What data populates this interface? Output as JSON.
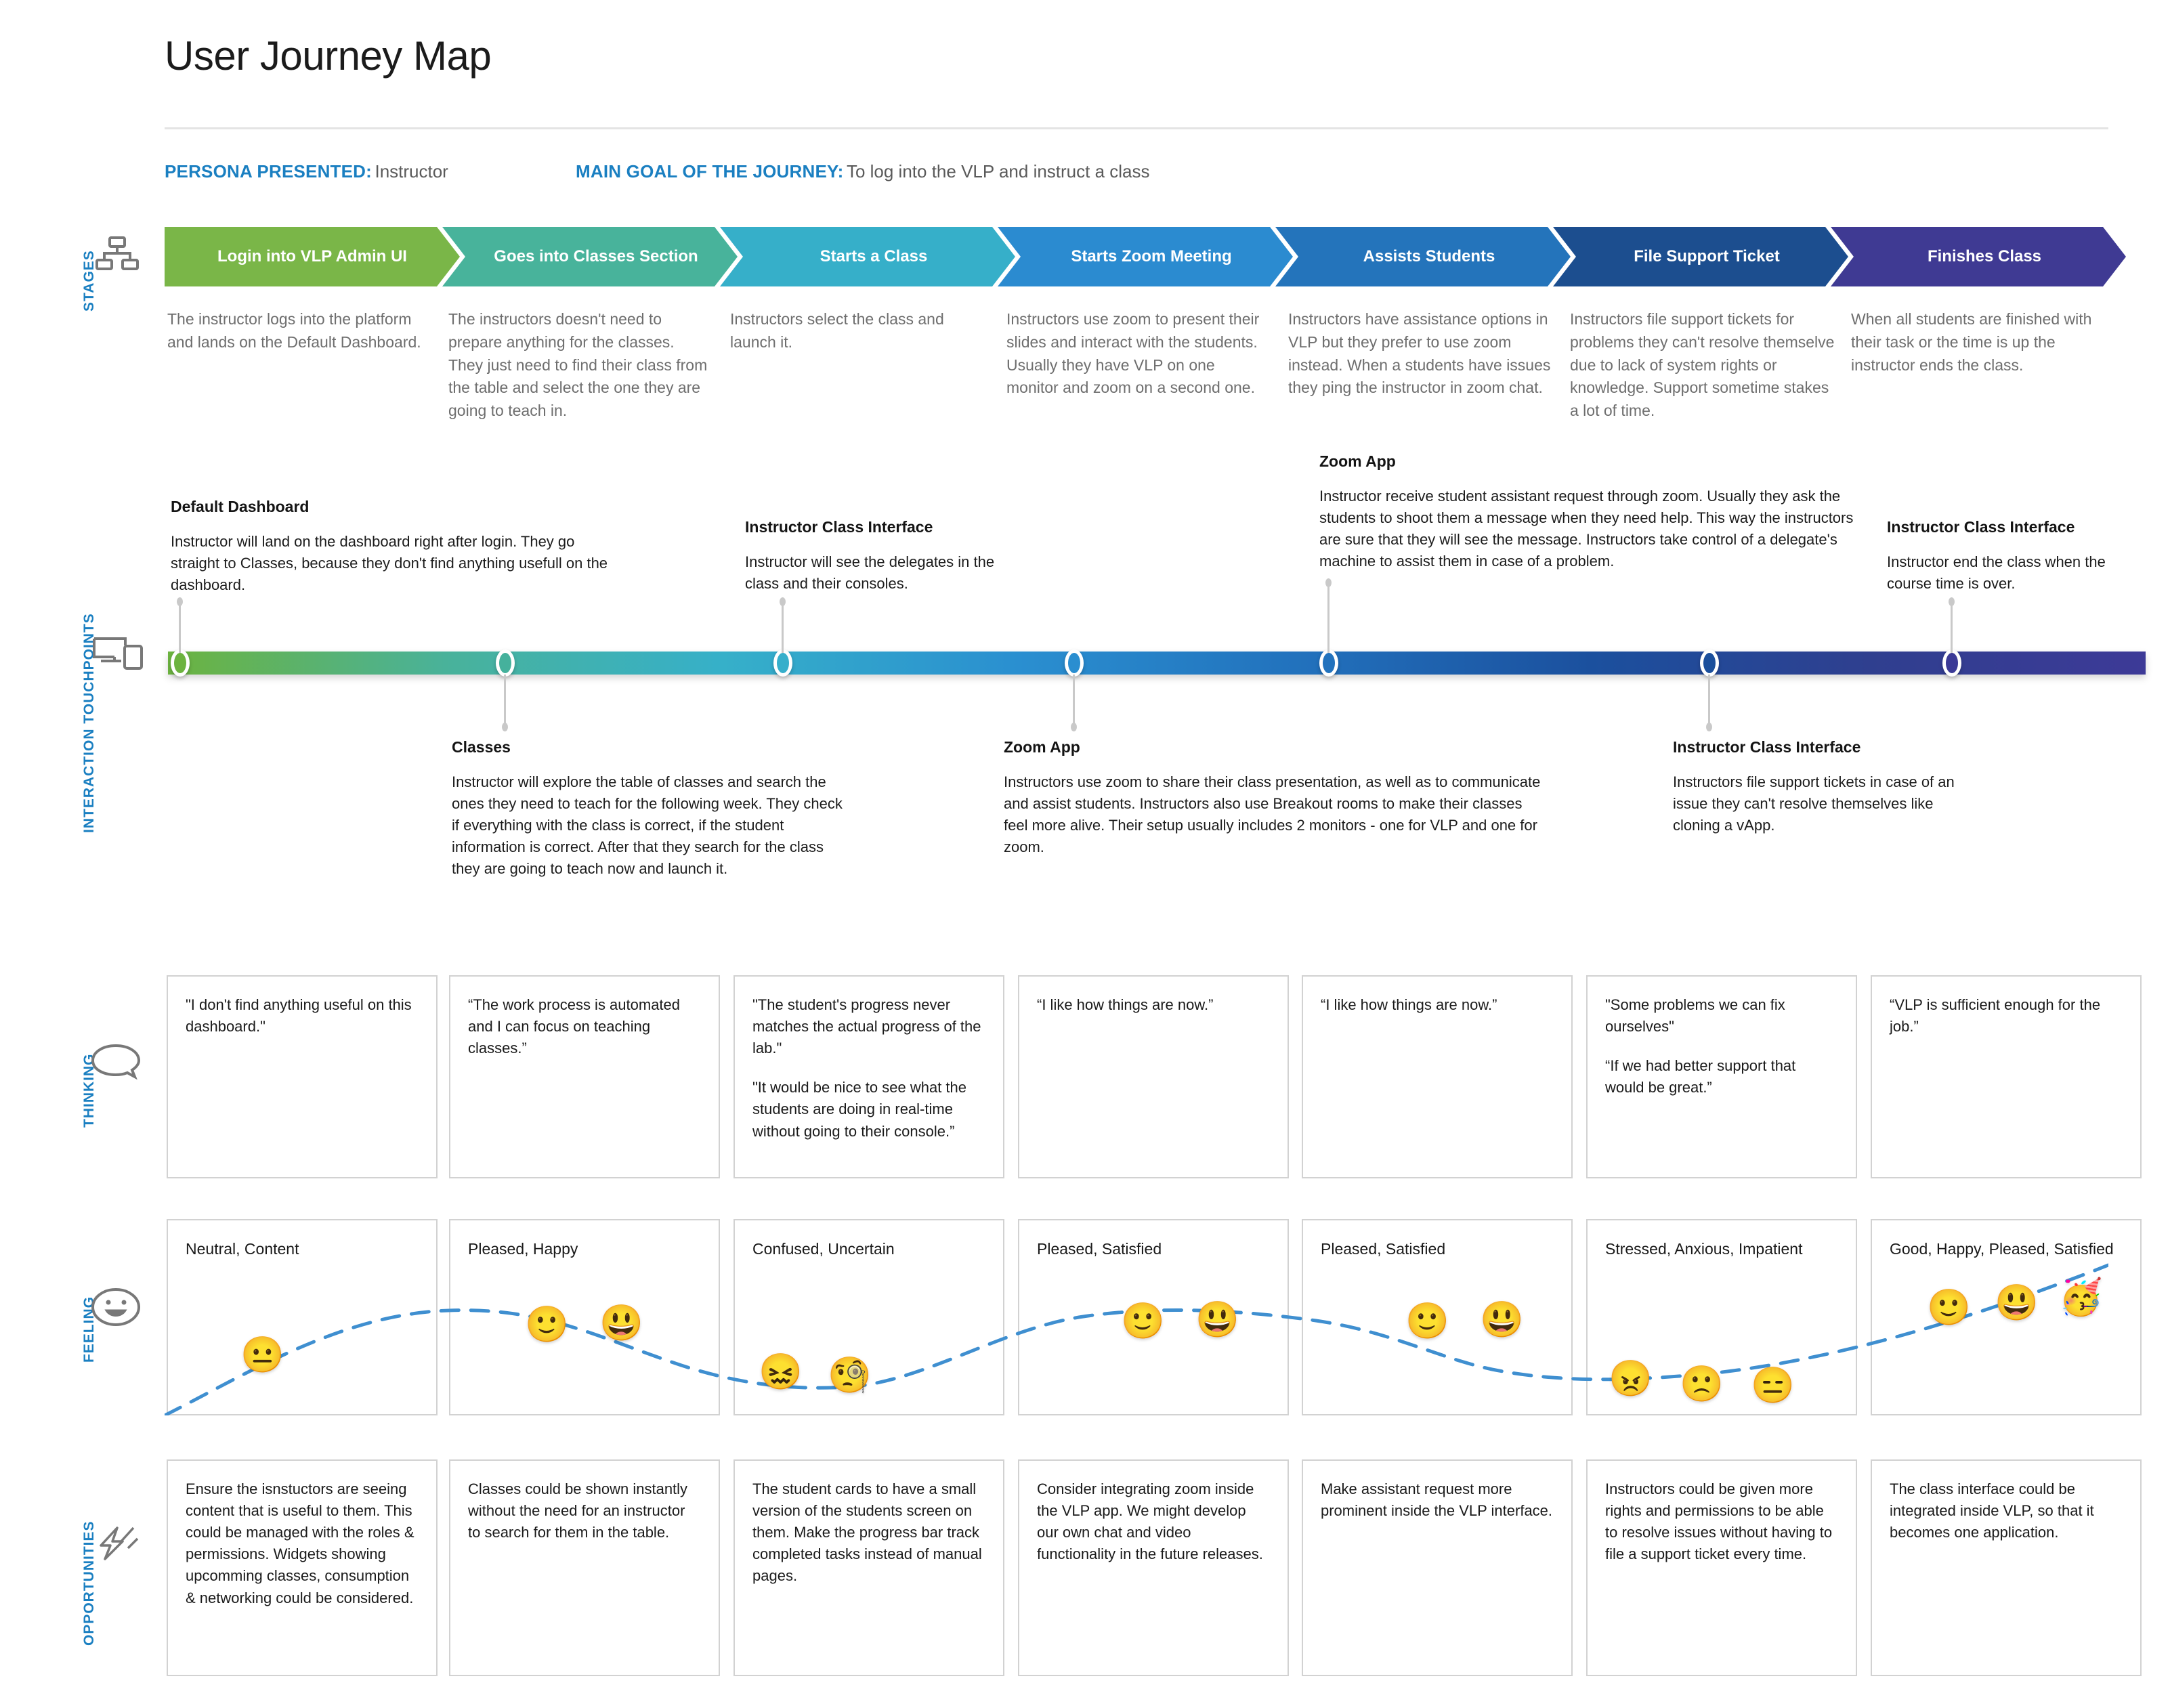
{
  "header": {
    "title": "User Journey Map",
    "persona_key": "PERSONA PRESENTED:",
    "persona_value": "Instructor",
    "goal_key": "MAIN GOAL OF THE JOURNEY:",
    "goal_value": "To log into the VLP and instruct a class"
  },
  "rails": [
    {
      "label": "STAGES",
      "icon": "org-chart-icon"
    },
    {
      "label": "INTERACTION TOUCHPOINTS",
      "icon": "devices-icon"
    },
    {
      "label": "THINKING",
      "icon": "speech-bubble-icon"
    },
    {
      "label": "FEELING",
      "icon": "smiley-face-icon"
    },
    {
      "label": "OPPORTUNITIES",
      "icon": "lightning-bolt-icon"
    }
  ],
  "stages": [
    {
      "label": "Login into VLP Admin UI",
      "color": "#7ab648",
      "desc": "The instructor logs into the platform and lands on the Default Dashboard."
    },
    {
      "label": "Goes into Classes Section",
      "color": "#48b39b",
      "desc": "The instructors doesn't need to prepare anything for the classes. They just need to find their class from the table and select the one they are going to teach in."
    },
    {
      "label": "Starts a Class",
      "color": "#36afc9",
      "desc": "Instructors select the class and launch it."
    },
    {
      "label": "Starts Zoom Meeting",
      "color": "#2b8bd0",
      "desc": "Instructors use zoom to present their slides and interact with the students. Usually they have VLP on one monitor and zoom on a second one."
    },
    {
      "label": "Assists Students",
      "color": "#2474bb",
      "desc": "Instructors have assistance options in VLP but they prefer to use zoom instead. When a students have issues they ping the instructor in zoom chat."
    },
    {
      "label": "File Support Ticket",
      "color": "#1c4e8f",
      "desc": "Instructors file support tickets for problems they can't resolve themselve due to lack of system rights or knowledge. Support sometime stakes a lot of time."
    },
    {
      "label": "Finishes Class",
      "color": "#3f3a93",
      "desc": "When all students are finished with their task or the time is up the instructor ends the class."
    }
  ],
  "touchpoints_above": [
    {
      "title": "Default Dashboard",
      "text": "Instructor will land on the dashboard right after login. They go straight to Classes, because they don't find anything usefull on the dashboard."
    },
    {
      "title": "Instructor Class Interface",
      "text": "Instructor will see the delegates in the class and their consoles."
    },
    {
      "title": "Zoom App",
      "text": "Instructor receive student assistant request through zoom. Usually they ask the students to shoot them a message when they need help. This way the instructors are sure that they will see the message. Instructors take control of a delegate's machine to assist them in case of a problem."
    },
    {
      "title": "Instructor Class Interface",
      "text": "Instructor end the class when the course time is over."
    }
  ],
  "touchpoints_below": [
    {
      "title": "Classes",
      "text": "Instructor will explore the table of classes and search the ones they need to teach for the following week. They check if everything with the class is correct, if the student information is correct. After that they search for the class they are going to teach now and launch it."
    },
    {
      "title": "Zoom App",
      "text": "Instructors use zoom to share their class presentation, as well as to communicate and assist students. Instructors also use Breakout rooms to make their classes feel more alive. Their setup usually includes 2 monitors - one for VLP and one for zoom."
    },
    {
      "title": "Instructor Class Interface",
      "text": "Instructors file support tickets in case of an issue they can't resolve themselves like cloning a vApp."
    }
  ],
  "thinking": [
    {
      "quotes": [
        "\"I don't find anything useful on this dashboard.\""
      ]
    },
    {
      "quotes": [
        "“The work process is automated and I can focus on teaching classes.”"
      ]
    },
    {
      "quotes": [
        "\"The student's progress never matches the actual progress of the lab.\"",
        "\"It would be nice to see what the students are doing in real-time without going to their console.”"
      ]
    },
    {
      "quotes": [
        "“I like how things are now.”"
      ]
    },
    {
      "quotes": [
        "“I like how things are now.”"
      ]
    },
    {
      "quotes": [
        "\"Some problems we can fix ourselves\"",
        "“If we had better support that would be great.”"
      ]
    },
    {
      "quotes": [
        "“VLP is sufficient enough for the job.”"
      ]
    }
  ],
  "feeling": [
    {
      "label": "Neutral, Content",
      "emojis": [
        "😐"
      ]
    },
    {
      "label": "Pleased, Happy",
      "emojis": [
        "🙂",
        "😃"
      ]
    },
    {
      "label": "Confused, Uncertain",
      "emojis": [
        "😖",
        "🧐"
      ]
    },
    {
      "label": "Pleased, Satisfied",
      "emojis": [
        "🙂",
        "😃"
      ]
    },
    {
      "label": "Pleased, Satisfied",
      "emojis": [
        "🙂",
        "😃"
      ]
    },
    {
      "label": "Stressed, Anxious, Impatient",
      "emojis": [
        "😠",
        "🙁",
        "😑"
      ]
    },
    {
      "label": "Good, Happy, Pleased, Satisfied",
      "emojis": [
        "🙂",
        "😃",
        "🥳"
      ]
    }
  ],
  "opportunities": [
    {
      "text": "Ensure the isnstuctors are seeing content that is useful to them. This could be managed with the roles & permissions. Widgets showing upcomming classes, consumption & networking could be considered."
    },
    {
      "text": "Classes could be shown instantly without the need for an instructor to search for them in the table."
    },
    {
      "text": "The student cards to have a small version of the students screen on them. Make the progress bar track completed tasks instead of manual pages."
    },
    {
      "text": "Consider integrating zoom inside the VLP app. We might develop our own chat and video functionality in the future releases."
    },
    {
      "text": "Make assistant request more prominent inside the VLP interface."
    },
    {
      "text": "Instructors could be given more rights and permissions to be able to resolve issues without having to file a support ticket every time."
    },
    {
      "text": "The class interface could be integrated inside VLP, so that it becomes one application."
    }
  ],
  "colors": {
    "accent": "#1a7fc1",
    "curve": "#3f8fd0",
    "node_colors": [
      "#6cb33f",
      "#45b19c",
      "#37afcb",
      "#2a8ed0",
      "#2272bd",
      "#1b4f9c",
      "#3b3a96"
    ]
  }
}
